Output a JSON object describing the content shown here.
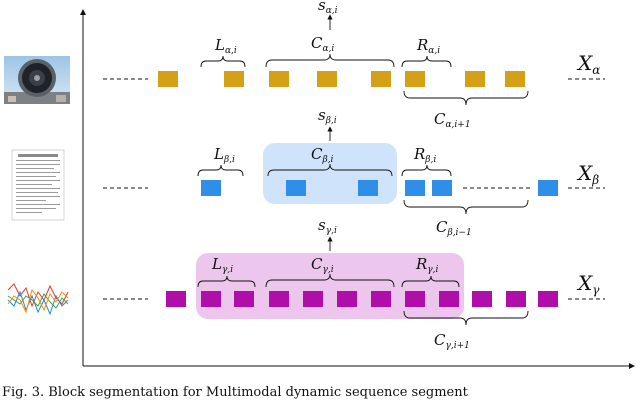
{
  "colors": {
    "alpha": "#d4a017",
    "beta": "#2f8ee8",
    "beta_highlight": "#cfe4fa",
    "gamma": "#b00ea8",
    "gamma_highlight": "#edc6ee"
  },
  "rows": {
    "alpha": {
      "X_base": "X",
      "X_sub": "α",
      "s_base": "s",
      "s_sub": "α,i",
      "L_base": "L",
      "L_sub": "α,i",
      "C_base": "C",
      "C_sub": "α,i",
      "R_base": "R",
      "R_sub": "α,i",
      "C2_base": "C",
      "C2_sub": "α,i+1",
      "thumbnail": "jet-engine-photo"
    },
    "beta": {
      "X_base": "X",
      "X_sub": "β",
      "s_base": "s",
      "s_sub": "β,i",
      "L_base": "L",
      "L_sub": "β,i",
      "C_base": "C",
      "C_sub": "β,i",
      "R_base": "R",
      "R_sub": "β,i",
      "C2_base": "C",
      "C2_sub": "β,i−1",
      "thumbnail": "document-page"
    },
    "gamma": {
      "X_base": "X",
      "X_sub": "γ",
      "s_base": "s",
      "s_sub": "γ,i",
      "L_base": "L",
      "L_sub": "γ,i",
      "C_base": "C",
      "C_sub": "γ,i",
      "R_base": "R",
      "R_sub": "γ,i",
      "C2_base": "C",
      "C2_sub": "γ,i+1",
      "thumbnail": "signal-waveforms"
    }
  },
  "caption": "Fig. 3. Block segmentation for Multimodal dynamic sequence segment"
}
